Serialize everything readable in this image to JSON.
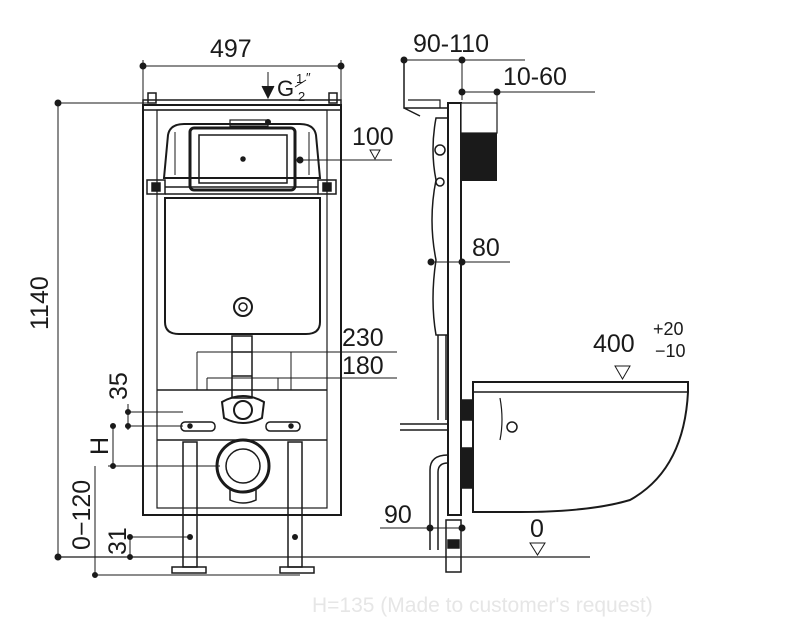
{
  "front_view": {
    "width_label": "497",
    "height_label": "1140",
    "inlet_label": "G",
    "inlet_num": "1",
    "inlet_den": "2",
    "inlet_unit": "″",
    "offset_100": "100",
    "bracket_230": "230",
    "bracket_180": "180",
    "dim_35": "35",
    "dim_H": "H",
    "dim_0_120": "0−120",
    "dim_31": "31"
  },
  "side_view": {
    "depth_label": "90-110",
    "offset_label": "10-60",
    "dim_80": "80",
    "pan_label": "400",
    "pan_tol_plus": "+20",
    "pan_tol_minus": "−10",
    "dim_90": "90",
    "floor_label": "0"
  },
  "footnote": "H=135 (Made to customer's request)",
  "colors": {
    "line": "#1a1a1a",
    "fill_dark": "#1a1a1a",
    "footnote": "#e6e6e6"
  }
}
